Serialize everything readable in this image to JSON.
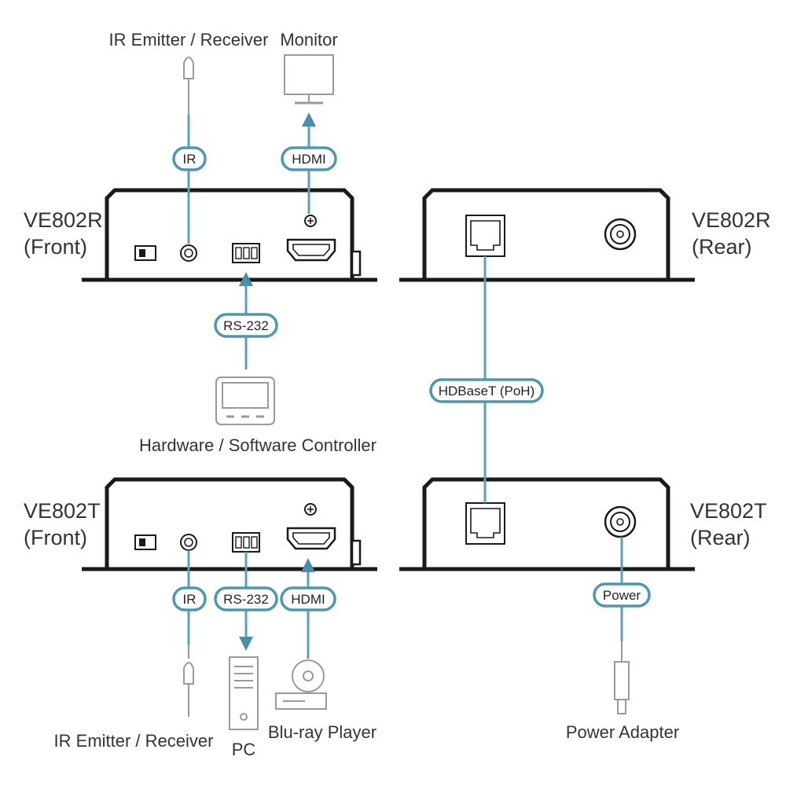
{
  "devices": {
    "rx_front": "VE802R\n(Front)",
    "rx_rear": "VE802R\n(Rear)",
    "tx_front": "VE802T\n(Front)",
    "tx_rear": "VE802T\n(Rear)"
  },
  "peripherals": {
    "ir_top": "IR Emitter / Receiver",
    "monitor": "Monitor",
    "controller": "Hardware / Software Controller",
    "ir_bottom": "IR Emitter / Receiver",
    "pc": "PC",
    "bluray": "Blu-ray Player",
    "power_adapter": "Power Adapter"
  },
  "connections": {
    "ir_top": "IR",
    "hdmi_top": "HDMI",
    "rs232_top": "RS-232",
    "hdbaset": "HDBaseT (PoH)",
    "ir_bottom": "IR",
    "rs232_bottom": "RS-232",
    "hdmi_bottom": "HDMI",
    "power": "Power"
  },
  "colors": {
    "connector_line": "#5f9fb6",
    "label_outline": "#4e97b2",
    "device_outline": "#1a1a1a",
    "peripheral_outline": "#9a9a9a"
  }
}
